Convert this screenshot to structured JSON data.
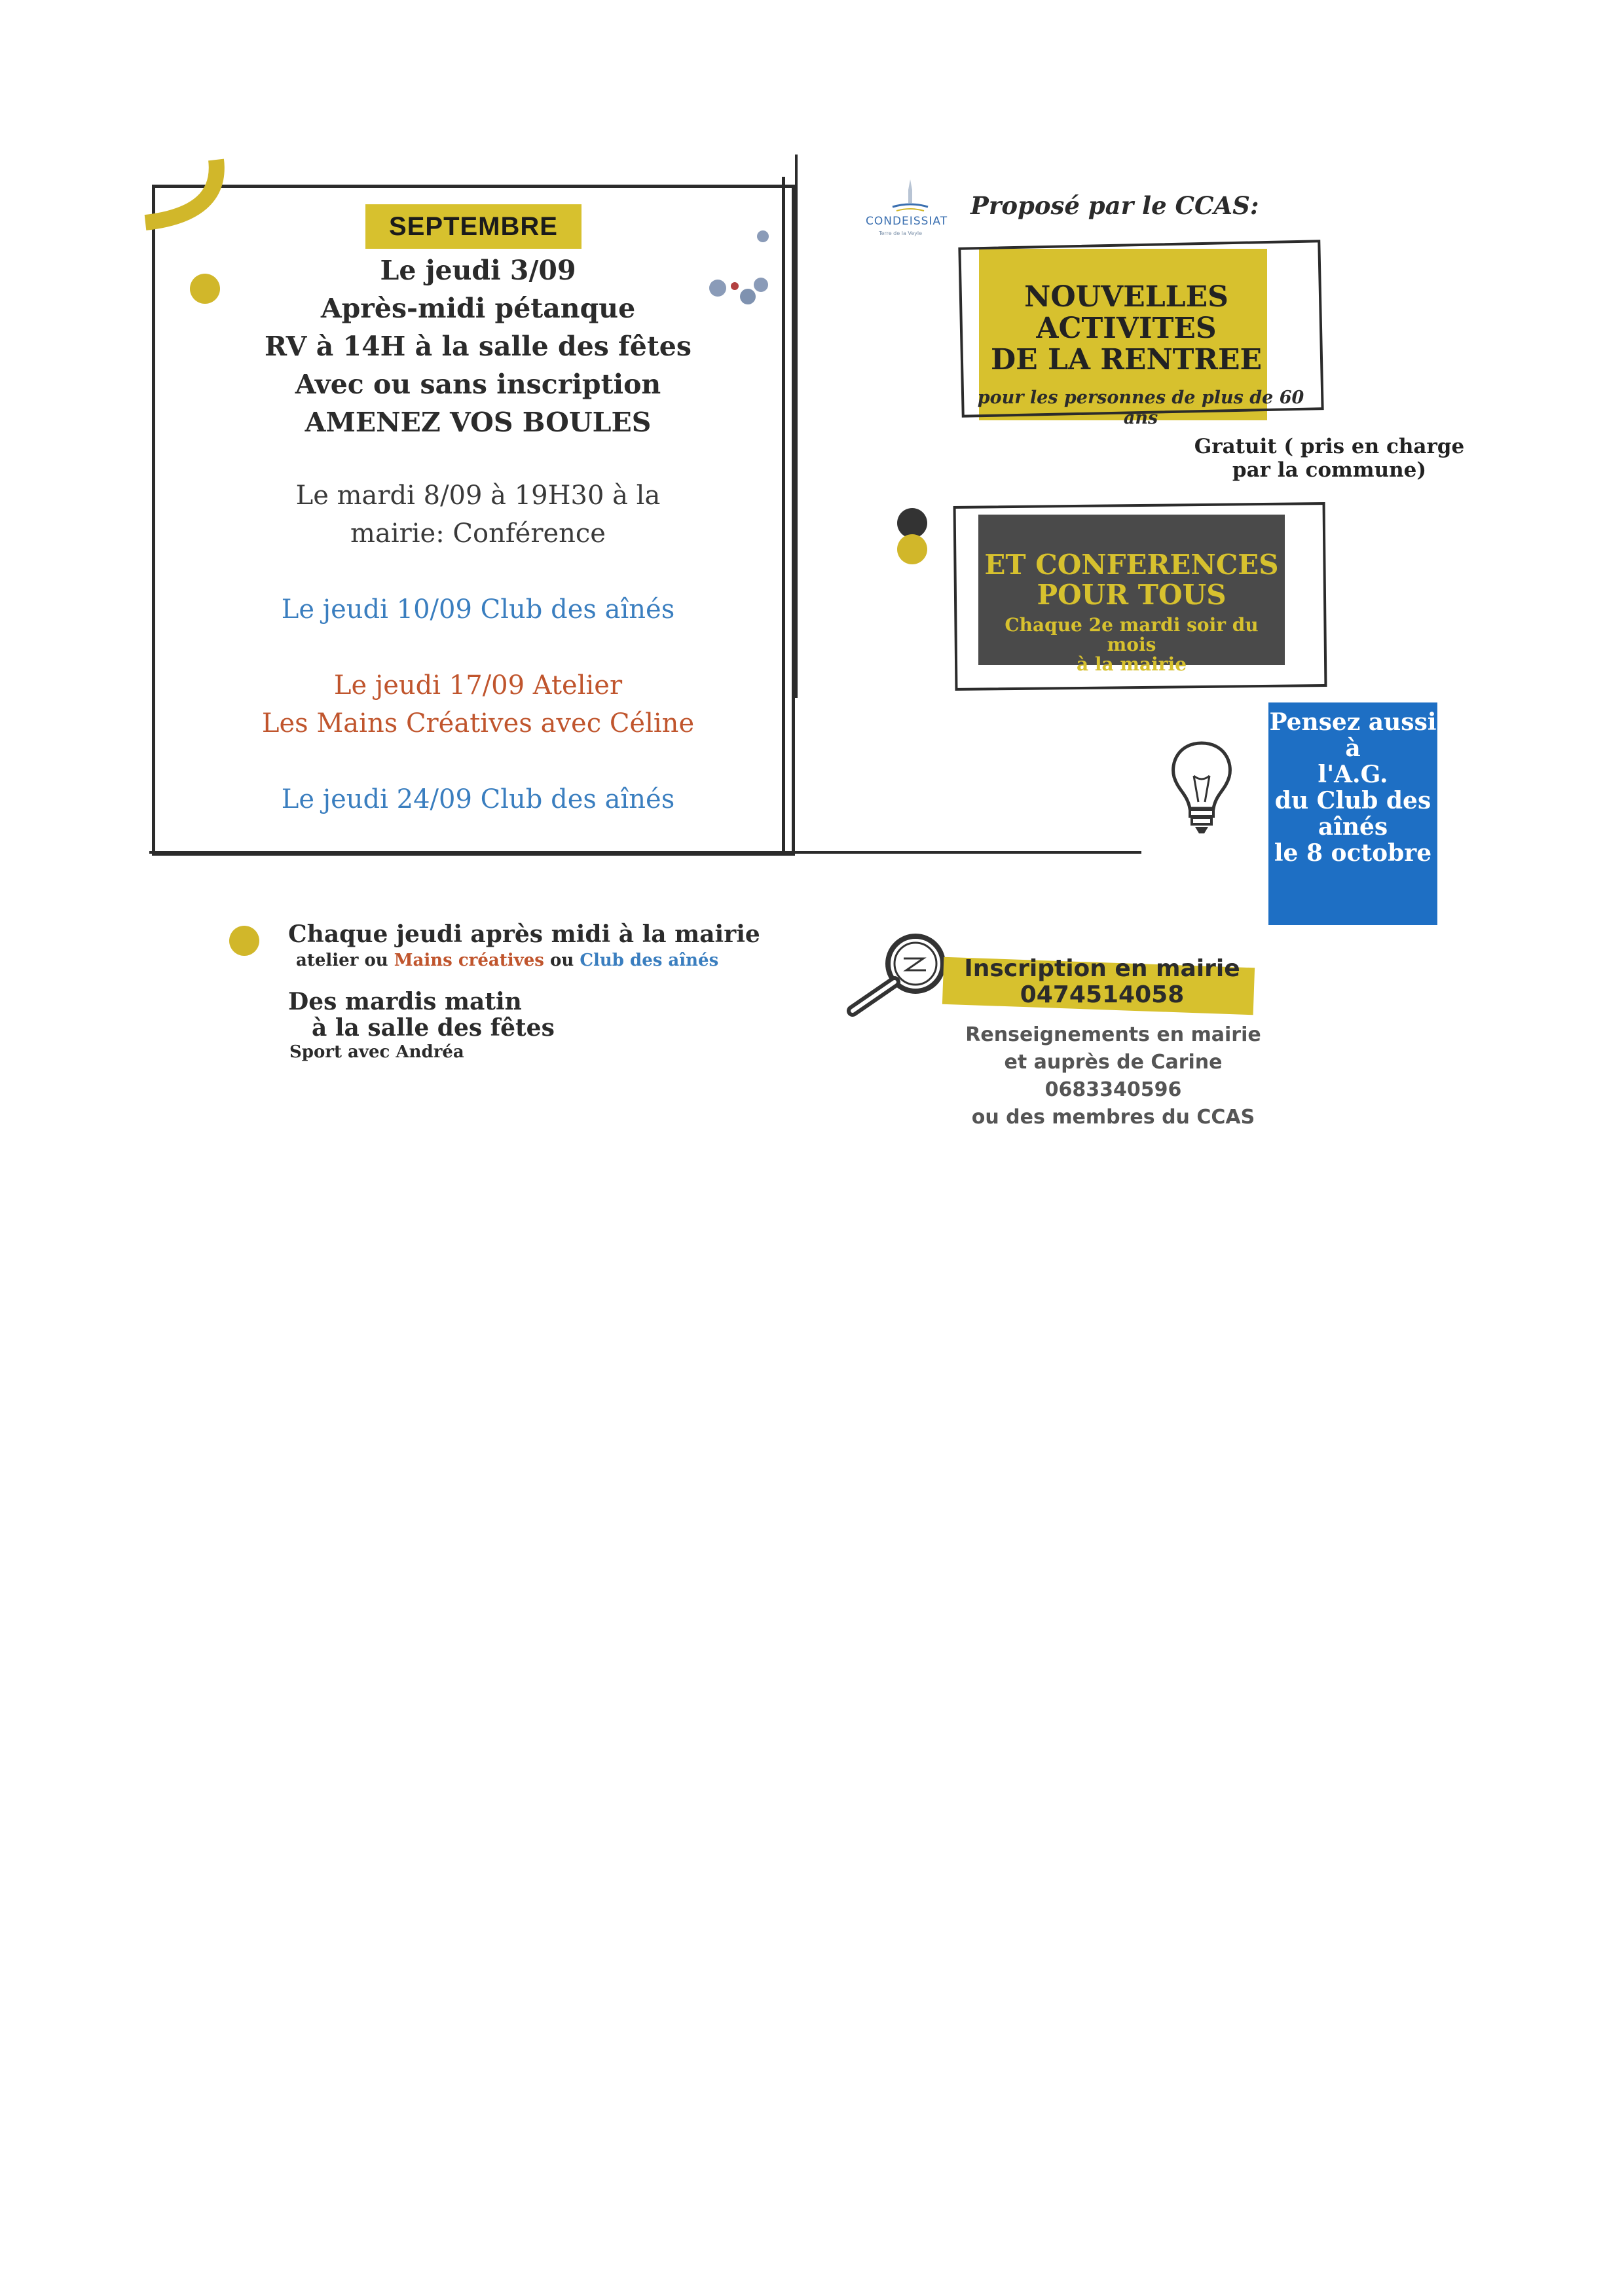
{
  "colors": {
    "accent_yellow": "#d1b72a",
    "dark_gray": "#4a4a4a",
    "blue": "#1e6fc4",
    "text_blue": "#3a7ebf",
    "text_rust": "#c0552d"
  },
  "september": {
    "month_label": "SEPTEMBRE",
    "event1": [
      "Le jeudi 3/09",
      "Après-midi pétanque",
      "RV à 14H à la salle des fêtes",
      "Avec ou sans inscription",
      "AMENEZ VOS BOULES"
    ],
    "event2": [
      "Le mardi 8/09  à 19H30 à la",
      "mairie: Conférence"
    ],
    "event3": "Le jeudi 10/09 Club des aînés",
    "event4": [
      "Le jeudi 17/09 Atelier",
      "Les Mains Créatives avec Céline"
    ],
    "event5": "Le jeudi 24/09 Club des aînés"
  },
  "header": {
    "logo_text": "CONDEISSIAT",
    "logo_subtext": "Terre de la Veyle",
    "proposed_by": "Proposé par le CCAS:"
  },
  "nouvelles": {
    "title": [
      "NOUVELLES",
      "ACTIVITES",
      "DE LA RENTREE"
    ],
    "subtitle": "pour les personnes de plus de 60 ans"
  },
  "gratuit": [
    "Gratuit ( pris en charge",
    "par la commune)"
  ],
  "conferences": {
    "title": [
      "ET CONFERENCES",
      "POUR TOUS"
    ],
    "subtitle": [
      "Chaque 2e mardi soir du mois",
      "à la mairie"
    ]
  },
  "pensez": [
    "Pensez aussi",
    "à",
    "l'A.G.",
    "du Club des",
    "aînés",
    "le 8 octobre"
  ],
  "weekly": {
    "jeudi_title": "Chaque jeudi après midi à la mairie",
    "jeudi_sub_part1": "atelier ou ",
    "jeudi_sub_mains": "Mains créatives",
    "jeudi_sub_part2": " ou ",
    "jeudi_sub_club": "Club des aînés",
    "mardi_title": [
      "Des mardis matin",
      "à la salle des fêtes"
    ],
    "mardi_sport": "Sport avec Andréa"
  },
  "inscription": {
    "title": "Inscription en mairie",
    "phone": "0474514058",
    "info": [
      "Renseignements en mairie",
      "et auprès de Carine 0683340596",
      "ou des membres du CCAS"
    ]
  }
}
